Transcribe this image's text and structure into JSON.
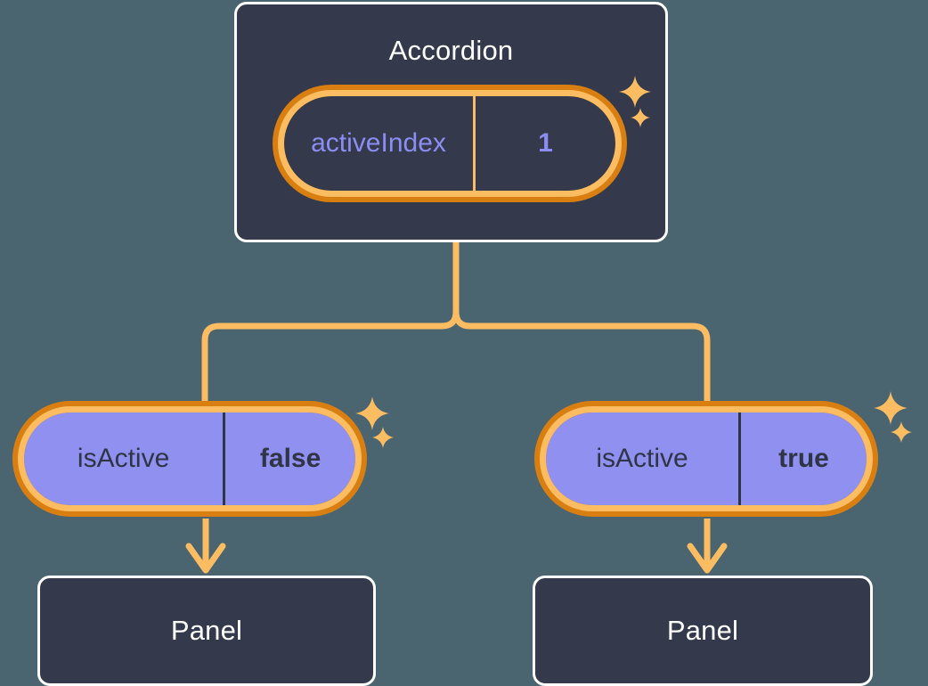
{
  "theme": {
    "background": "#4a6470",
    "box_fill": "#343a4b",
    "box_border": "#ffffff",
    "pill_ring_outer": "#d97f12",
    "pill_ring_inner": "#fbbc62",
    "pill_purple_fill": "#8f90f0",
    "accent_purple_text": "#8c8df2",
    "dark_text": "#2f3545",
    "connector": "#fbbc62"
  },
  "diagram": {
    "type": "component-state-tree",
    "root": {
      "title": "Accordion",
      "state": {
        "key": "activeIndex",
        "value": "1"
      },
      "sparkle_icons": [
        "sparkle-large-icon",
        "sparkle-small-icon"
      ]
    },
    "children": [
      {
        "state": {
          "key": "isActive",
          "value": "false"
        },
        "panel": {
          "title": "Panel"
        },
        "sparkle_icons": [
          "sparkle-large-icon",
          "sparkle-small-icon"
        ]
      },
      {
        "state": {
          "key": "isActive",
          "value": "true"
        },
        "panel": {
          "title": "Panel"
        },
        "sparkle_icons": [
          "sparkle-large-icon",
          "sparkle-small-icon"
        ]
      }
    ]
  }
}
